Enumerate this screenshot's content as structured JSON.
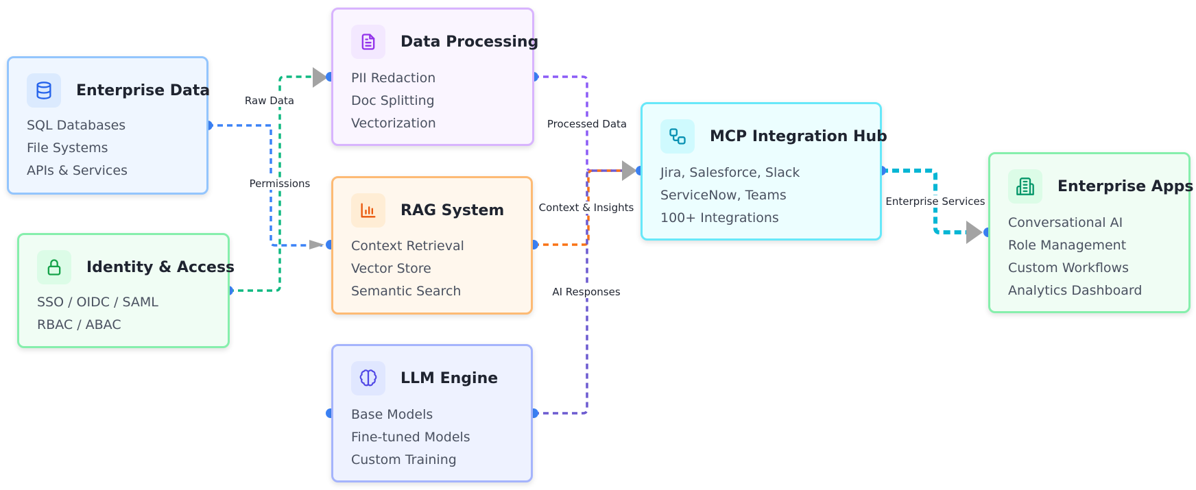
{
  "nodes": {
    "enterprise_data": {
      "title": "Enterprise Data",
      "items": [
        "SQL Databases",
        "File Systems",
        "APIs & Services"
      ],
      "icon": "database-icon",
      "border": "#93c5fd",
      "fill": "#eff6ff",
      "icon_bg": "#dbeafe",
      "icon_color": "#2563eb"
    },
    "identity_access": {
      "title": "Identity & Access",
      "items": [
        "SSO / OIDC / SAML",
        "RBAC / ABAC"
      ],
      "icon": "lock-icon",
      "border": "#86efac",
      "fill": "#f0fdf4",
      "icon_bg": "#dcfce7",
      "icon_color": "#16a34a"
    },
    "data_processing": {
      "title": "Data Processing",
      "items": [
        "PII Redaction",
        "Doc Splitting",
        "Vectorization"
      ],
      "icon": "document-icon",
      "border": "#d8b4fe",
      "fill": "#faf5ff",
      "icon_bg": "#f3e8ff",
      "icon_color": "#9333ea"
    },
    "rag_system": {
      "title": "RAG System",
      "items": [
        "Context Retrieval",
        "Vector Store",
        "Semantic Search"
      ],
      "icon": "bar-chart-icon",
      "border": "#fdba74",
      "fill": "#fff7ed",
      "icon_bg": "#ffedd5",
      "icon_color": "#ea580c"
    },
    "llm_engine": {
      "title": "LLM Engine",
      "items": [
        "Base Models",
        "Fine-tuned Models",
        "Custom Training"
      ],
      "icon": "brain-icon",
      "border": "#a5b4fc",
      "fill": "#eef2ff",
      "icon_bg": "#e0e7ff",
      "icon_color": "#4f46e5"
    },
    "mcp_hub": {
      "title": "MCP Integration Hub",
      "items": [
        "Jira, Salesforce, Slack",
        "ServiceNow, Teams",
        "100+ Integrations"
      ],
      "icon": "workflow-icon",
      "border": "#67e8f9",
      "fill": "#ecfeff",
      "icon_bg": "#cffafe",
      "icon_color": "#0891b2"
    },
    "enterprise_apps": {
      "title": "Enterprise Apps",
      "items": [
        "Conversational AI",
        "Role Management",
        "Custom Workflows",
        "Analytics Dashboard"
      ],
      "icon": "building-icon",
      "border": "#86efac",
      "fill": "#f0fdf4",
      "icon_bg": "#dcfce7",
      "icon_color": "#059669"
    }
  },
  "edges": {
    "raw_data": {
      "label": "Raw Data",
      "color": "#10b981"
    },
    "permissions": {
      "label": "Permissions",
      "color": "#3b82f6"
    },
    "processed_data": {
      "label": "Processed Data",
      "color": "#8b5cf6"
    },
    "context_insights": {
      "label": "Context & Insights",
      "color": "#f97316"
    },
    "ai_responses": {
      "label": "AI Responses",
      "color": "#6d5bd0"
    },
    "enterprise_services": {
      "label": "Enterprise Services",
      "color": "#06b6d4"
    }
  },
  "colors": {
    "handle": "#3b82f6",
    "arrow": "#a3a3a3"
  }
}
